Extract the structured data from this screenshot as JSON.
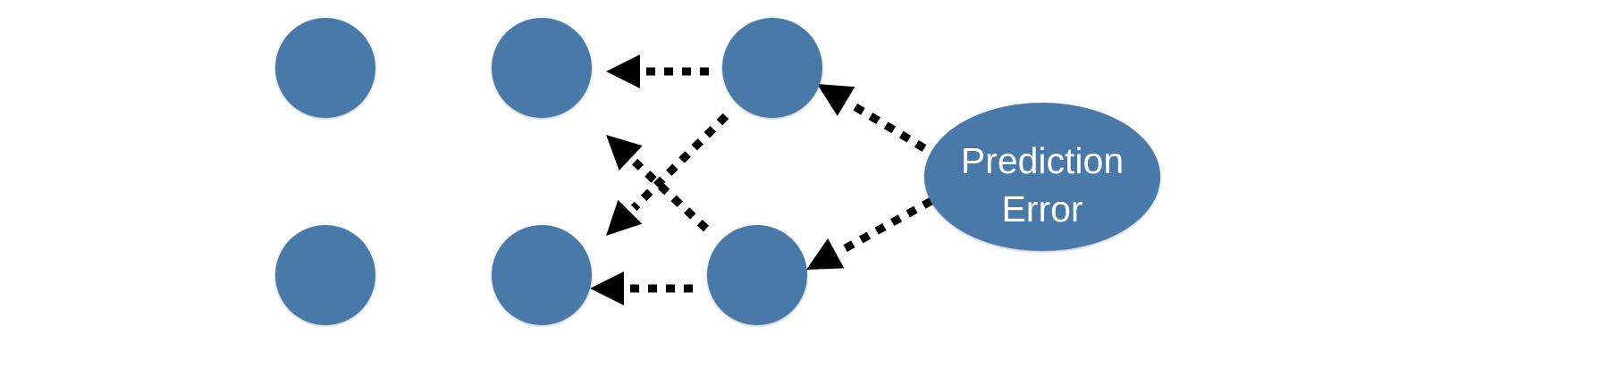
{
  "colors": {
    "background": "#ffffff",
    "node_fill": "#4879a8",
    "node_shadow": "#9aa6b2",
    "arrow": "#000000",
    "label_text": "#ffffff"
  },
  "nodes": [
    {
      "id": "node-1"
    },
    {
      "id": "node-2"
    },
    {
      "id": "node-3"
    },
    {
      "id": "node-4"
    },
    {
      "id": "node-5"
    },
    {
      "id": "node-6"
    }
  ],
  "prediction_error": {
    "label_line_1": "Prediction",
    "label_line_2": "Error"
  },
  "edges": [
    {
      "from": "node-3",
      "to": "node-2",
      "style": "dotted"
    },
    {
      "from": "node-6",
      "to": "node-5",
      "style": "dotted"
    },
    {
      "from": "node-3",
      "to": "node-5",
      "style": "dotted"
    },
    {
      "from": "node-6",
      "to": "node-2",
      "style": "dotted"
    },
    {
      "from": "prediction-error",
      "to": "node-3",
      "style": "dotted"
    },
    {
      "from": "prediction-error",
      "to": "node-6",
      "style": "dotted"
    }
  ]
}
